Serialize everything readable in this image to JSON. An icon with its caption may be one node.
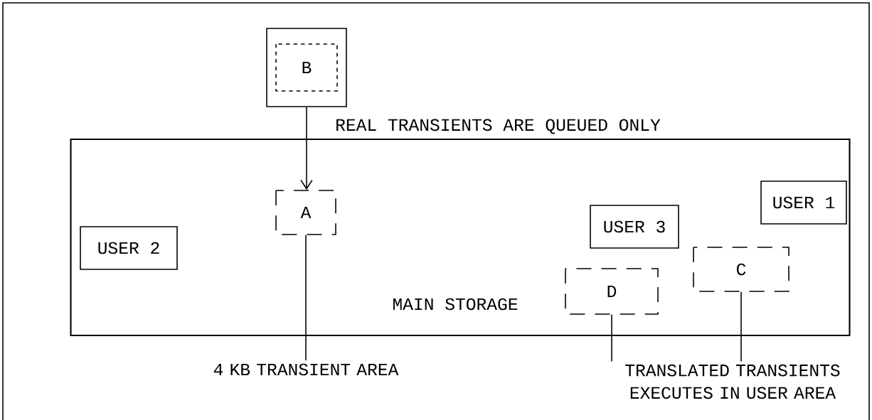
{
  "diagram": {
    "nodes": [
      {
        "text": [
          "B"
        ]
      },
      {
        "text": [
          "MAIN STORAGE"
        ]
      },
      {
        "text": [
          "A"
        ],
        "in": 1
      },
      {
        "text": [
          "USER 1"
        ],
        "in": 1
      },
      {
        "text": [
          "USER 2"
        ],
        "in": 1
      },
      {
        "text": [
          "USER 3"
        ],
        "in": 1
      },
      {
        "text": [
          "D"
        ],
        "in": 1
      },
      {
        "text": [
          "C"
        ],
        "in": 1
      },
      {
        "text": [
          "4 KB TRANSIENT AREA"
        ]
      },
      {
        "text": [
          "TRANSLATED TRANSIENTS EXECUTES IN USER AREA"
        ]
      }
    ],
    "edges": [
      {
        "from": 0,
        "to": 2,
        "arrow": "to"
      },
      {
        "from": 8,
        "to": 2,
        "arrow": "none"
      },
      {
        "from": 9,
        "to": 6,
        "arrow": "none"
      },
      {
        "from": 9,
        "to": 7,
        "arrow": "none"
      }
    ],
    "labels": [
      "REAL TRANSIENTS ARE QUEUED ONLY"
    ]
  }
}
